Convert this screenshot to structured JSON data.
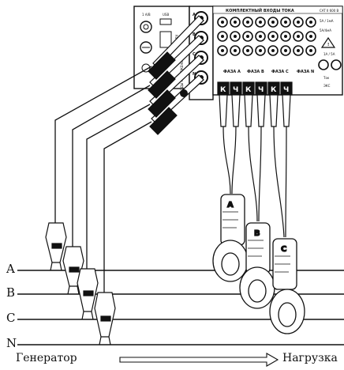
{
  "phase_labels": [
    "A",
    "B",
    "C",
    "N"
  ],
  "bottom": {
    "left": "Генератор",
    "right": "Нагрузка"
  },
  "device": {
    "header": "КОМПЛЕКТНЫЙ ВХОДЫ ТОКА",
    "side_header": "ВХОДЫ НАПРЯЖЕНИЯ",
    "cat_rating": "CAT II 600 В",
    "left_labels": [
      "1 А/В",
      "USB",
      "RS-232"
    ],
    "voltage_inputs": [
      "A",
      "B",
      "C",
      "N"
    ],
    "current_groups": [
      "ФАЗА A",
      "ФАЗА B",
      "ФАЗА C",
      "ФАЗА N"
    ],
    "k_label": "К",
    "ch_label": "Ч",
    "right_labels": [
      "5А / 1мА",
      "5А/4мА",
      "1А / 5А",
      "Ток",
      "ЭКС"
    ]
  },
  "clamps": [
    "A",
    "B",
    "C"
  ]
}
